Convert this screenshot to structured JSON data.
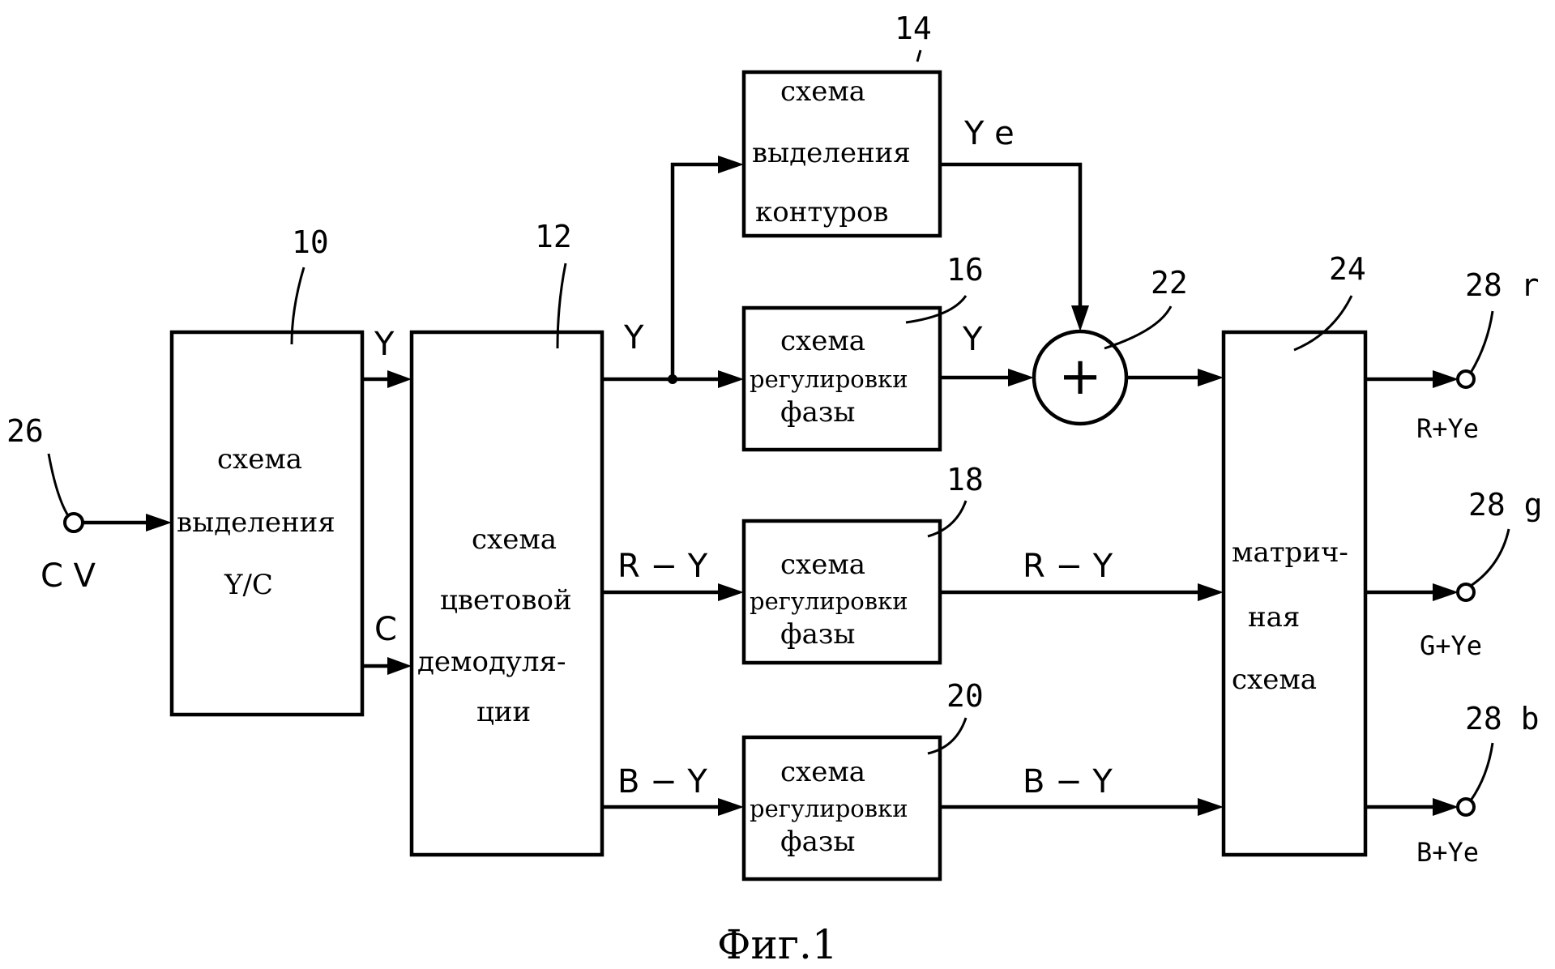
{
  "figure_caption": "Фиг.1",
  "blocks": {
    "yc_separator": {
      "ref": "10",
      "lines": [
        "схема",
        "выделения",
        "Y/C"
      ]
    },
    "color_demod": {
      "ref": "12",
      "lines": [
        "схема",
        "цветовой",
        "демодуля-",
        "ции"
      ]
    },
    "edge_extract": {
      "ref": "14",
      "lines": [
        "схема",
        "выделения",
        "контуров"
      ]
    },
    "phase_adj_y": {
      "ref": "16",
      "lines": [
        "схема",
        "регулировки",
        "фазы"
      ]
    },
    "phase_adj_ry": {
      "ref": "18",
      "lines": [
        "схема",
        "регулировки",
        "фазы"
      ]
    },
    "phase_adj_by": {
      "ref": "20",
      "lines": [
        "схема",
        "регулировки",
        "фазы"
      ]
    },
    "adder": {
      "ref": "22",
      "symbol": "+"
    },
    "matrix": {
      "ref": "24",
      "lines": [
        "матрич-",
        "ная",
        "схема"
      ]
    }
  },
  "input_terminal": {
    "ref": "26",
    "label": "C V"
  },
  "signals": {
    "y_out_sep": "Y",
    "c_out_sep": "C",
    "y_out_demod": "Y",
    "ry_out_demod": "R − Y",
    "by_out_demod": "B − Y",
    "ye": "Y e",
    "y_out_phase": "Y",
    "ry_out_phase": "R − Y",
    "by_out_phase": "B − Y"
  },
  "outputs": [
    {
      "ref": "28 r",
      "label": "R+Ye"
    },
    {
      "ref": "28 g",
      "label": "G+Ye"
    },
    {
      "ref": "28 b",
      "label": "B+Ye"
    }
  ]
}
